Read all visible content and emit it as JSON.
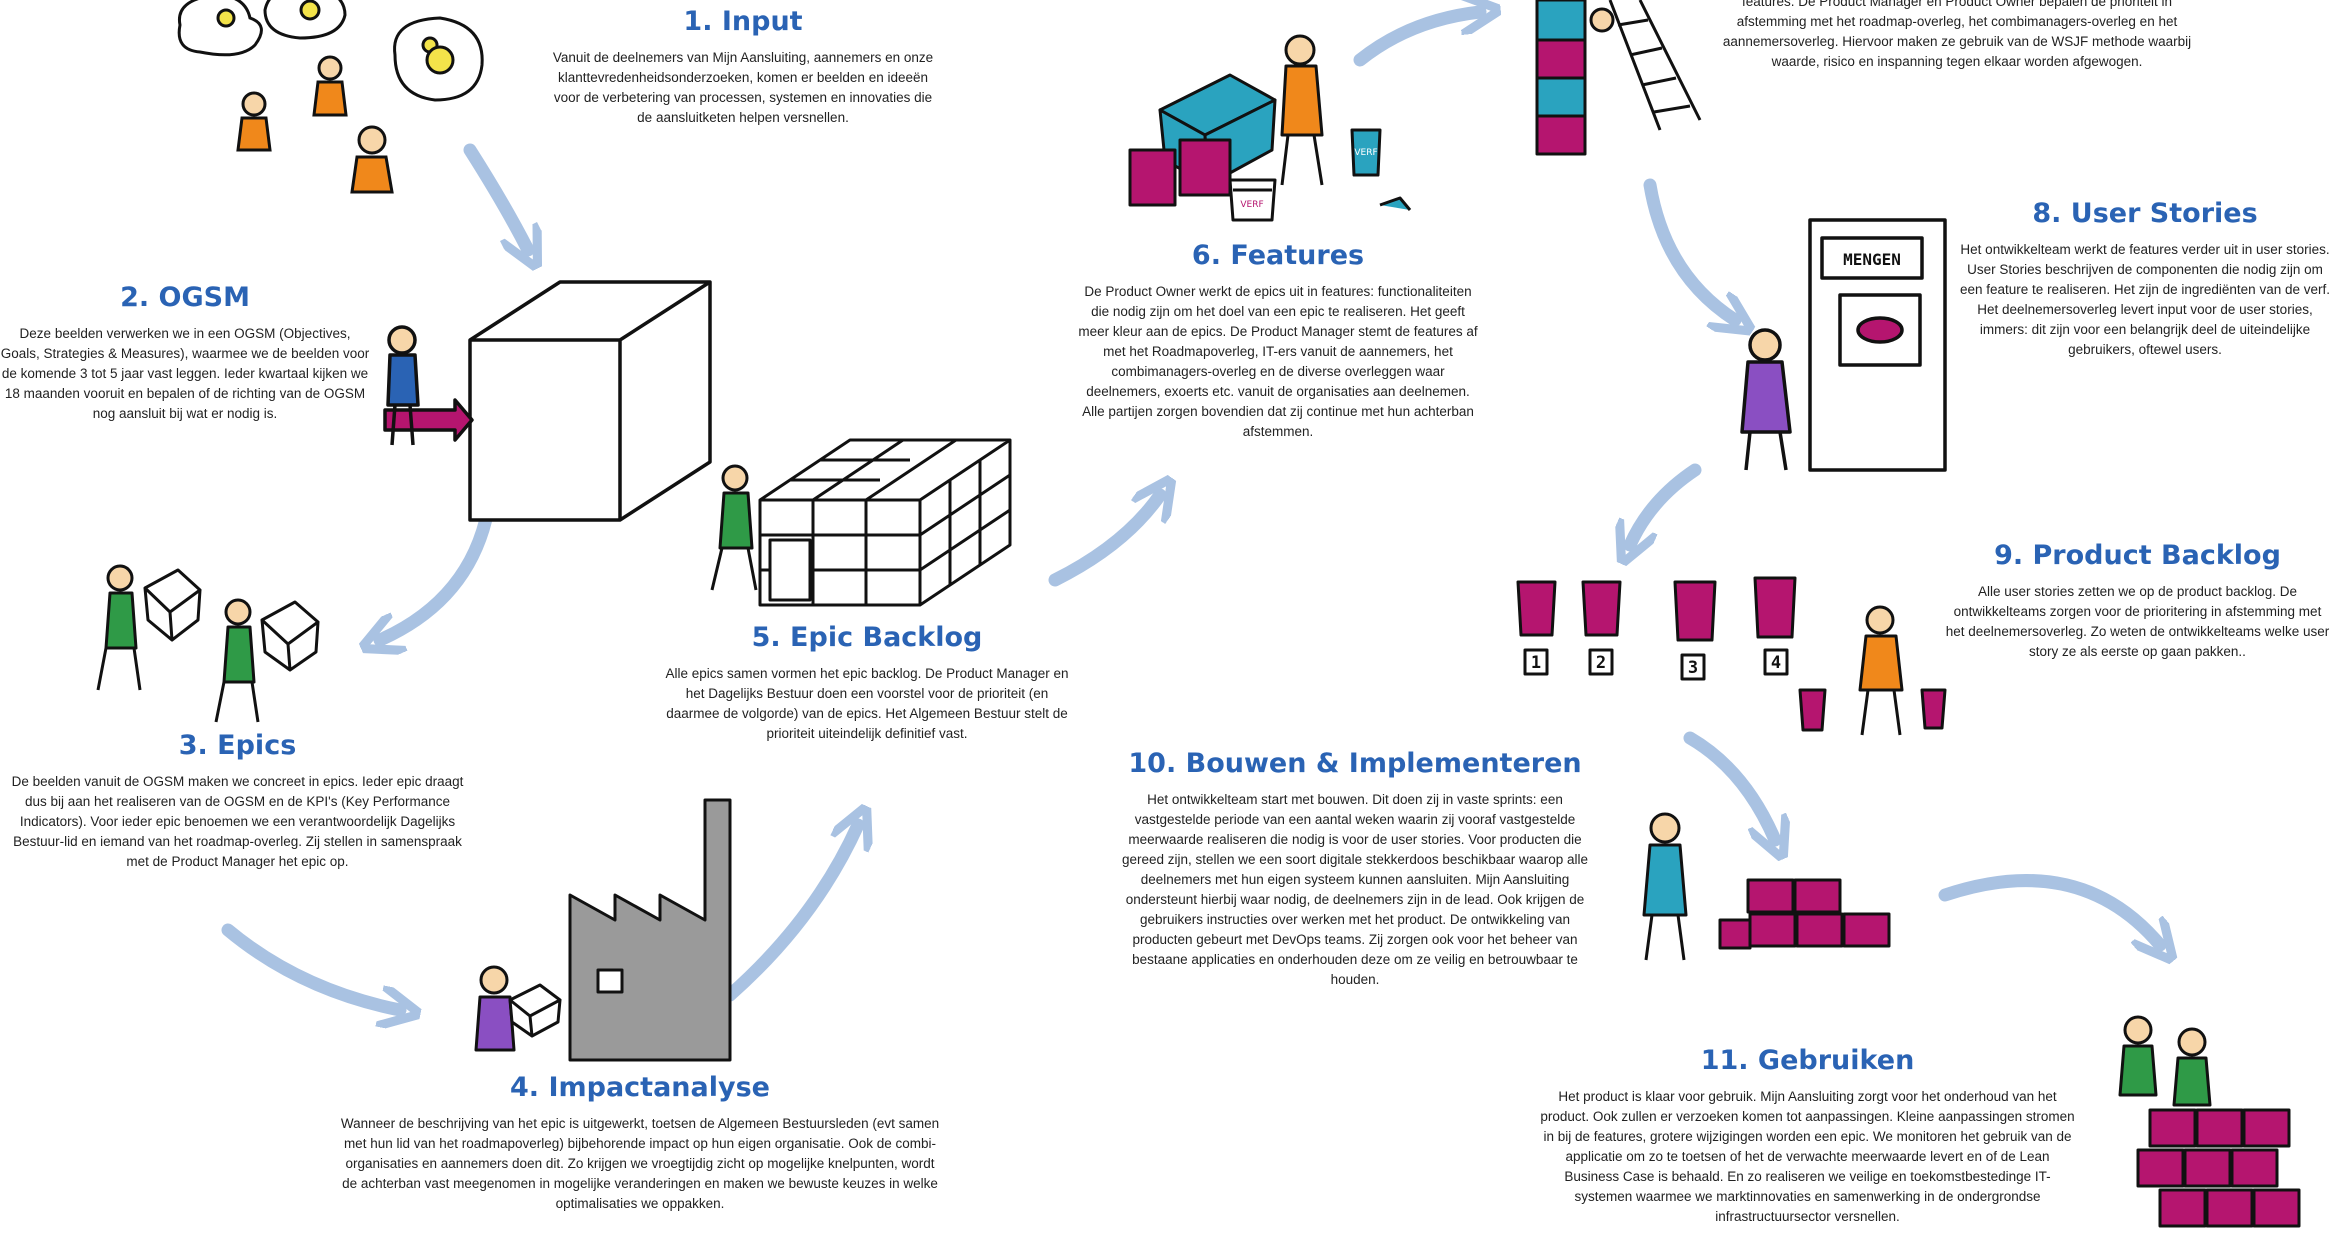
{
  "colors": {
    "heading": "#2a63b4",
    "arrow": "#a9c2e2",
    "magenta": "#b5156f",
    "teal": "#2aa3bf",
    "green": "#2f9a47",
    "purple": "#8a4fc2",
    "orange": "#f0881b",
    "grey": "#9a9a9a"
  },
  "steps": {
    "s1": {
      "title": "1. Input",
      "text": "Vanuit de deelnemers van Mijn Aansluiting, aannemers en onze klanttevredenheidsonderzoeken, komen er beelden en ideeën voor de verbetering van processen, systemen en innovaties die de aansluitketen helpen versnellen."
    },
    "s2": {
      "title": "2. OGSM",
      "text": "Deze beelden verwerken we in een OGSM (Objectives, Goals, Strategies & Measures), waarmee we de beelden voor de komende 3 tot 5 jaar vast leggen. Ieder kwartaal kijken we 18 maanden vooruit en bepalen of de richting van de OGSM nog aansluit bij wat er nodig is."
    },
    "s3": {
      "title": "3. Epics",
      "text": "De beelden vanuit de OGSM maken we concreet in epics. Ieder epic draagt dus bij aan het realiseren van de OGSM en de KPI's (Key Performance Indicators). Voor ieder epic benoemen we een verantwoordelijk Dagelijks Bestuur-lid en iemand van het roadmap-overleg. Zij stellen in samenspraak met de Product Manager het epic op."
    },
    "s4": {
      "title": "4. Impactanalyse",
      "text": "Wanneer de beschrijving van het epic is uitgewerkt, toetsen de Algemeen Bestuursleden (evt samen met hun lid van het roadmapoverleg) bijbehorende impact op hun eigen organisatie. Ook de combi-organisaties en aannemers doen dit. Zo krijgen we vroegtijdig zicht op mogelijke knelpunten, wordt de achterban vast meegenomen in mogelijke veranderingen en maken we bewuste keuzes in welke optimalisaties we oppakken."
    },
    "s5": {
      "title": "5. Epic Backlog",
      "text": "Alle epics samen vormen het epic backlog. De Product Manager en het Dagelijks Bestuur doen een voorstel voor de prioriteit (en daarmee de volgorde) van de epics. Het Algemeen Bestuur stelt de prioriteit uiteindelijk definitief vast."
    },
    "s6": {
      "title": "6. Features",
      "text": "De Product Owner werkt de epics uit in features: functionaliteiten die nodig zijn om het doel van een epic te realiseren. Het geeft meer kleur aan de epics. De Product Manager stemt de features af met het Roadmapoverleg, IT-ers vanuit de aannemers, het combimanagers-overleg en de diverse overleggen waar deelnemers, exoerts etc. vanuit de organisaties aan deelnemen. Alle partijen zorgen bovendien dat zij continue met hun achterban afstemmen."
    },
    "s7": {
      "text": "features. De Product Manager en Product Owner bepalen de prioriteit in afstemming met het roadmap-overleg, het combimanagers-overleg en het aannemersoverleg. Hiervoor maken ze gebruik van de WSJF methode waarbij waarde, risico en inspanning tegen elkaar worden afgewogen."
    },
    "s8": {
      "title": "8. User Stories",
      "text": "Het ontwikkelteam werkt de features verder uit in user stories. User Stories beschrijven de componenten die nodig zijn om een feature te realiseren. Het zijn de ingrediënten van de verf. Het deelnemersoverleg levert input voor de user stories, immers: dit zijn voor een belangrijk deel de uiteindelijke gebruikers, oftewel users."
    },
    "s9": {
      "title": "9. Product Backlog",
      "text": "Alle user stories zetten we op de product backlog. De ontwikkelteams zorgen voor de prioritering in afstemming met het deelnemersoverleg. Zo weten de ontwikkelteams welke user story ze als eerste op gaan pakken.."
    },
    "s10": {
      "title": "10. Bouwen & Implementeren",
      "text": "Het ontwikkelteam start met bouwen. Dit doen zij in vaste sprints: een vastgestelde periode van een aantal weken waarin zij vooraf vastgestelde meerwaarde realiseren die nodig is voor de user stories. Voor producten die gereed zijn, stellen we een soort digitale stekkerdoos beschikbaar waarop alle deelnemers met hun eigen systeem kunnen aansluiten. Mijn Aansluiting ondersteunt hierbij waar nodig, de deelnemers zijn in de lead. Ook krijgen de gebruikers instructies over werken met het product. De ontwikkeling van producten gebeurt met DevOps teams. Zij zorgen ook voor het beheer van bestaane applicaties en onderhouden deze om ze veilig en betrouwbaar te houden."
    },
    "s11": {
      "title": "11. Gebruiken",
      "text": "Het product is klaar voor gebruik. Mijn Aansluiting zorgt voor het onderhoud van het product. Ook zullen er verzoeken komen tot aanpassingen. Kleine aanpassingen stromen in bij de features, grotere wijzigingen worden een epic. We monitoren het gebruik van de applicatie om zo te toetsen of het de verwachte meerwaarde levert en of de Lean Business Case is behaald. En zo realiseren we veilige en toekomstbestedinge IT-systemen waarmee we marktinnovaties en samenwerking in de ondergrondse infrastructuursector versnellen."
    }
  },
  "illustrations": {
    "paint_label": "VERF",
    "machine_label": "MENGEN",
    "backlog_numbers": [
      "1",
      "2",
      "3",
      "4"
    ]
  }
}
